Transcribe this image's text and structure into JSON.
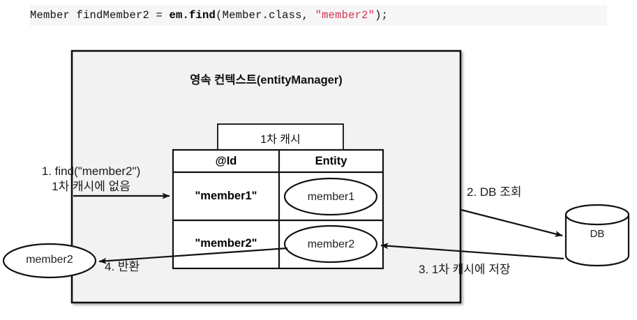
{
  "code": {
    "prefix": "Member findMember2 = ",
    "method": "em.find",
    "args_open": "(Member.class, ",
    "string_arg": "\"member2\"",
    "args_close": ");"
  },
  "diagram": {
    "context_title": "영속 컨텍스트(entityManager)",
    "cache_label": "1차 캐시",
    "table": {
      "headers": [
        "@Id",
        "Entity"
      ],
      "rows": [
        {
          "id": "\"member1\"",
          "entity": "member1"
        },
        {
          "id": "\"member2\"",
          "entity": "member2"
        }
      ]
    },
    "outer_entity": "member2",
    "db_label": "DB",
    "steps": [
      {
        "num": "1",
        "line1": "1. find(\"member2\")",
        "line2": "1차 캐시에 없음"
      },
      {
        "num": "2",
        "text": "2. DB 조회"
      },
      {
        "num": "3",
        "text": "3. 1차 캐시에 저장"
      },
      {
        "num": "4",
        "text": "4. 반환"
      }
    ]
  },
  "colors": {
    "code_bg": "#f6f6f6",
    "code_string": "#d63354",
    "context_fill": "#f2f2f2",
    "stroke": "#111111",
    "shape_fill": "#ffffff"
  }
}
